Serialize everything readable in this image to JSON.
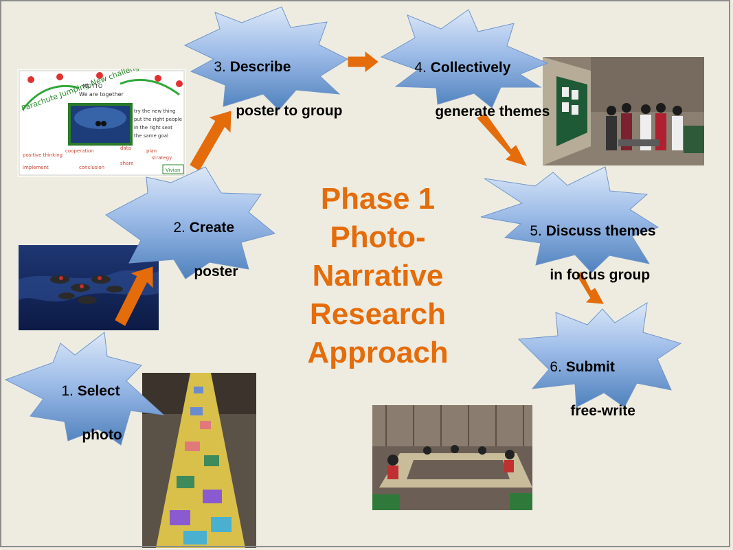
{
  "title_lines": [
    "Phase 1",
    "Photo-",
    "Narrative",
    "Research",
    "Approach"
  ],
  "steps": [
    {
      "num": "1.",
      "line1": "Select",
      "line2": "photo"
    },
    {
      "num": "2.",
      "line1": "Create",
      "line2": "poster"
    },
    {
      "num": "3.",
      "line1": "Describe",
      "line2": "poster to group"
    },
    {
      "num": "4.",
      "line1": "Collectively",
      "line2": "generate themes"
    },
    {
      "num": "5.",
      "line1": "Discuss themes",
      "line2": "in focus group"
    },
    {
      "num": "6.",
      "line1": "Submit",
      "line2": "free-write"
    }
  ],
  "poster_text": {
    "header": "Parachute Jumping New challenge",
    "motto": "MOTTO",
    "motto_line": "We are together",
    "right1": "try the new thing",
    "right2": "put the right people",
    "right3": "in the right seat",
    "right4": "the same goal",
    "bottom1": "positive thinking",
    "bottom2": "cooperation",
    "bottom3": "data",
    "bottom4": "plan",
    "bottom5": "strategy",
    "bottom6": "implement",
    "bottom7": "share",
    "bottom8": "conclusion",
    "sign": "Vivian"
  },
  "colors": {
    "background": "#eeece1",
    "title": "#e46c0a",
    "arrow": "#e46c0a",
    "star_light": "#c5d9f1",
    "star_dark": "#4f81bd"
  }
}
